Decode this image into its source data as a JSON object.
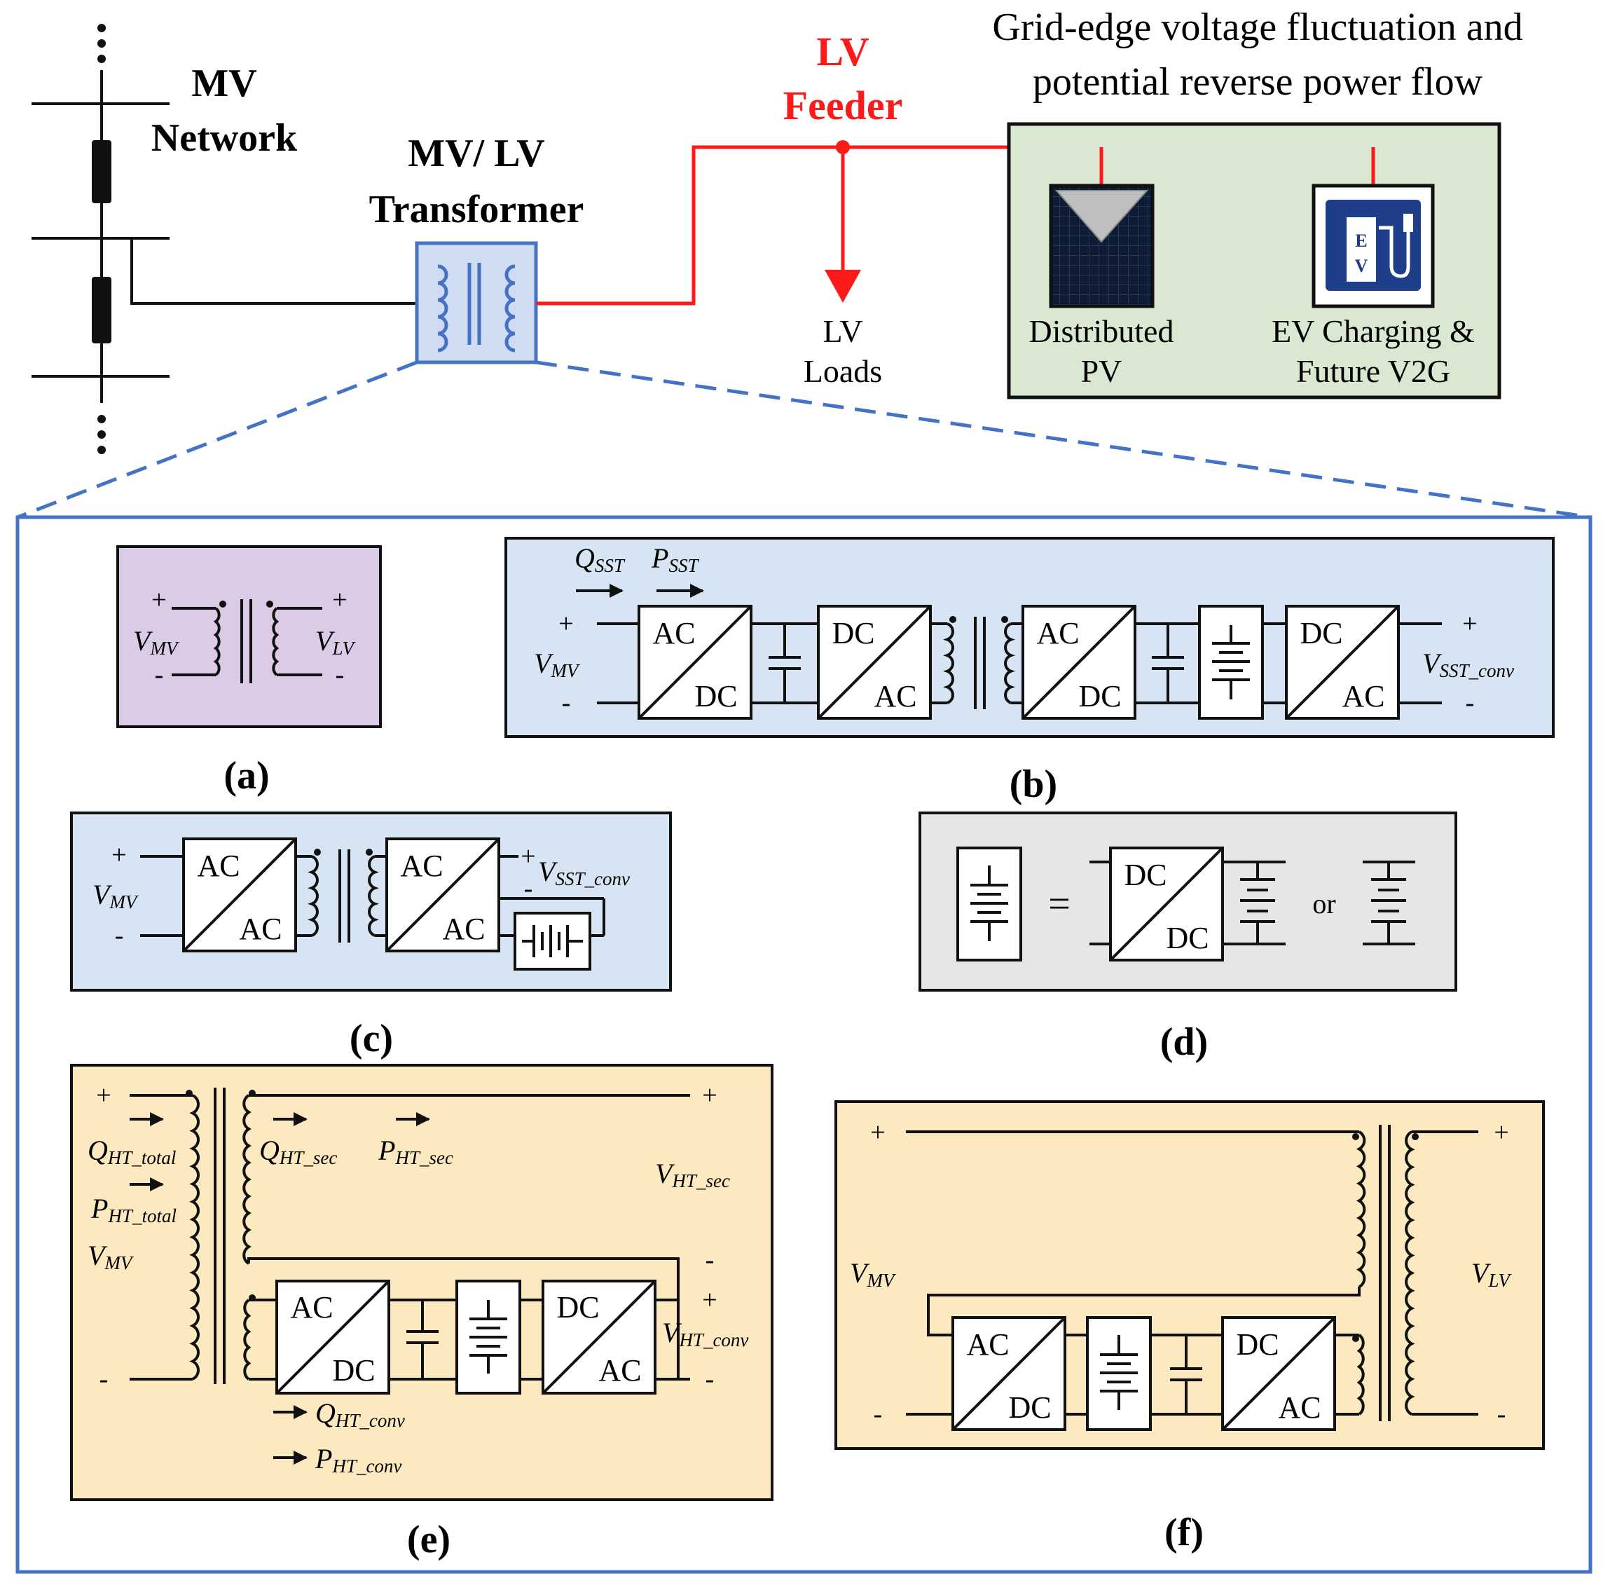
{
  "top": {
    "mv_title": [
      "MV",
      "Network"
    ],
    "transformer_title": [
      "MV/ LV",
      "Transformer"
    ],
    "lv_feeder_title": [
      "LV",
      "Feeder"
    ],
    "lv_loads_label": [
      "LV",
      "Loads"
    ],
    "grid_edge_title": [
      "Grid-edge voltage fluctuation and",
      "potential reverse power flow"
    ],
    "pv_label": [
      "Distributed",
      "PV"
    ],
    "ev_label": [
      "EV Charging &",
      "Future V2G"
    ],
    "ev_sign_text": [
      "E",
      "V"
    ]
  },
  "panels": {
    "a": {
      "caption": "(a)",
      "v_mv": "V",
      "v_mv_sub": "MV",
      "v_lv": "V",
      "v_lv_sub": "LV"
    },
    "b": {
      "caption": "(b)",
      "q": "Q",
      "q_sub": "SST",
      "p": "P",
      "p_sub": "SST",
      "v_mv": "V",
      "v_mv_sub": "MV",
      "v_out": "V",
      "v_out_sub": "SST_conv",
      "conv1": [
        "AC",
        "DC"
      ],
      "conv2": [
        "DC",
        "AC"
      ],
      "conv3": [
        "AC",
        "DC"
      ],
      "conv4": [
        "DC",
        "AC"
      ]
    },
    "c": {
      "caption": "(c)",
      "v_mv": "V",
      "v_mv_sub": "MV",
      "v_out": "V",
      "v_out_sub": "SST_conv",
      "conv1": [
        "AC",
        "AC"
      ],
      "conv2": [
        "AC",
        "AC"
      ]
    },
    "d": {
      "caption": "(d)",
      "equals": "=",
      "conv": [
        "DC",
        "DC"
      ],
      "or": "or"
    },
    "e": {
      "caption": "(e)",
      "q_total": "Q",
      "q_total_sub": "HT_total",
      "p_total": "P",
      "p_total_sub": "HT_total",
      "v_mv": "V",
      "v_mv_sub": "MV",
      "q_sec": "Q",
      "q_sec_sub": "HT_sec",
      "p_sec": "P",
      "p_sec_sub": "HT_sec",
      "v_sec": "V",
      "v_sec_sub": "HT_sec",
      "v_conv": "V",
      "v_conv_sub": "HT_conv",
      "q_conv": "Q",
      "q_conv_sub": "HT_conv",
      "p_conv": "P",
      "p_conv_sub": "HT_conv",
      "conv1": [
        "AC",
        "DC"
      ],
      "conv2": [
        "DC",
        "AC"
      ]
    },
    "f": {
      "caption": "(f)",
      "v_mv": "V",
      "v_mv_sub": "MV",
      "v_lv": "V",
      "v_lv_sub": "LV",
      "conv1": [
        "AC",
        "DC"
      ],
      "conv2": [
        "DC",
        "AC"
      ]
    },
    "signs": {
      "plus": "+",
      "minus": "-"
    }
  },
  "colors": {
    "red_feeder": "#ff1a1a",
    "blue_border": "#4472c4",
    "transformer_fill": "#cfdcf2",
    "panel_a_fill": "#dccbe6",
    "panel_blue_fill": "#d6e4f3",
    "panel_gray_fill": "#e6e6e6",
    "panel_yellow_fill": "#fde9bf",
    "panel_green_fill": "#dbe8d1"
  }
}
